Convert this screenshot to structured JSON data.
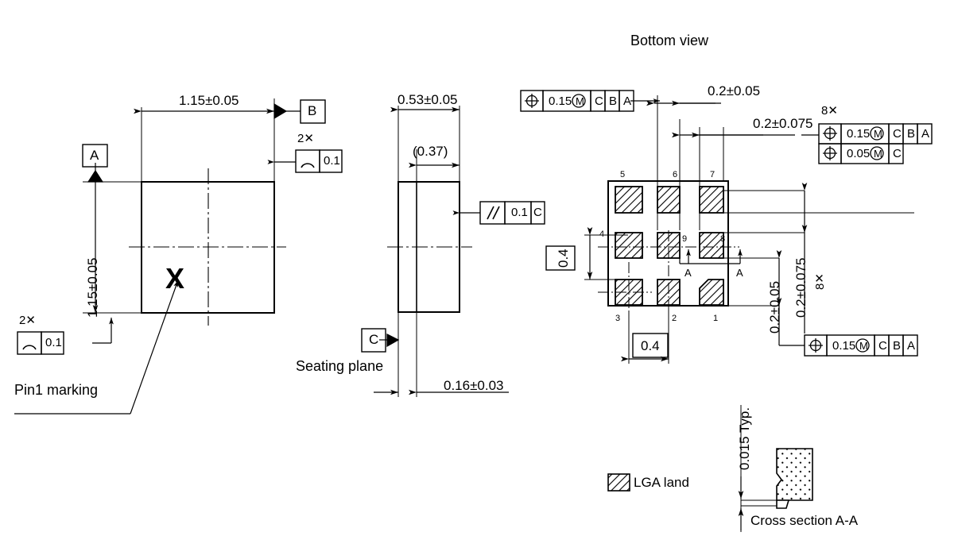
{
  "title": "Bottom view",
  "top_view": {
    "dim_width": "1.15±0.05",
    "dim_height": "1.15±0.05",
    "datum_a": "A",
    "datum_b": "B",
    "multiplier_top": "2✕",
    "multiplier_bottom": "2✕",
    "fcf_top": {
      "symbol": "profile-line-icon",
      "value": "0.1"
    },
    "fcf_bottom": {
      "symbol": "profile-line-icon",
      "value": "0.1"
    },
    "pin1_marking": "Pin1 marking",
    "pin1_glyph": "X"
  },
  "side_view": {
    "dim_overall": "0.53±0.05",
    "dim_ref": "(0.37)",
    "fcf_parallel": {
      "symbol": "//",
      "value": "0.1",
      "datum": "C"
    },
    "datum_c": "C",
    "seating_plane": "Seating plane",
    "dim_standoff": "0.16±0.03"
  },
  "bottom_view": {
    "fcf_top": {
      "symbol": "⌖",
      "value": "0.15",
      "modifier": "M",
      "datums": [
        "C",
        "B",
        "A"
      ]
    },
    "fcf_right_multiplier": "8✕",
    "fcf_right_1": {
      "symbol": "⌖",
      "value": "0.15",
      "modifier": "M",
      "datums": [
        "C",
        "B",
        "A"
      ]
    },
    "fcf_right_2": {
      "symbol": "⌖",
      "value": "0.05",
      "modifier": "M",
      "datums": [
        "C"
      ]
    },
    "fcf_bottom": {
      "symbol": "⌖",
      "value": "0.15",
      "modifier": "M",
      "datums": [
        "C",
        "B",
        "A"
      ]
    },
    "dim_h1": "0.2±0.05",
    "dim_h2": "0.2±0.075",
    "dim_v1": "0.2±0.05",
    "dim_v2": "0.2±0.075",
    "dim_v2_multiplier": "8✕",
    "pitch_vertical": "0.4",
    "pitch_horizontal": "0.4",
    "pins": [
      "5",
      "6",
      "7",
      "4",
      "9",
      "8",
      "3",
      "2",
      "1"
    ],
    "section_marks": [
      "A",
      "A"
    ]
  },
  "legend": {
    "label": "LGA land"
  },
  "cross_section": {
    "dim_thickness": "0.015 Typ.",
    "caption": "Cross section A-A"
  }
}
